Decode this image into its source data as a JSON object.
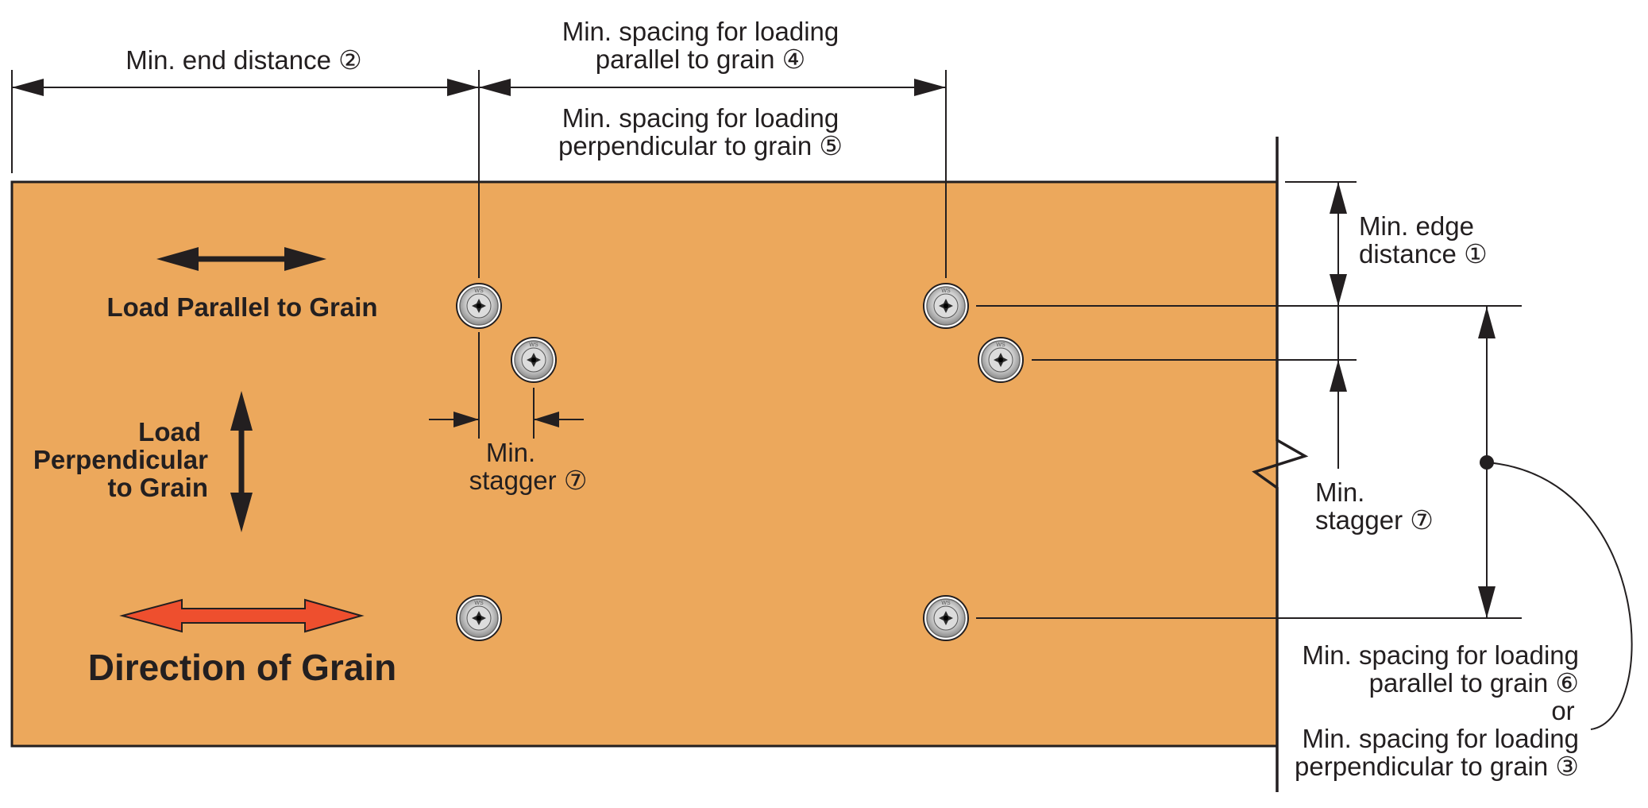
{
  "dimensions": {
    "end_distance": "Min. end distance ②",
    "spacing_parallel_top_1": "Min. spacing for loading",
    "spacing_parallel_top_2": "parallel to grain ④",
    "spacing_perp_top_1": "Min. spacing for loading",
    "spacing_perp_top_2": "perpendicular to grain ⑤",
    "edge_distance_1": "Min. edge",
    "edge_distance_2": "distance ①",
    "stagger_left_1": "Min.",
    "stagger_left_2": "stagger ⑦",
    "stagger_right_1": "Min.",
    "stagger_right_2": "stagger ⑦",
    "row_spacing_1": "Min. spacing for loading",
    "row_spacing_2": "parallel to grain ⑥",
    "row_spacing_or": "or",
    "row_spacing_3": "Min. spacing for loading",
    "row_spacing_4": "perpendicular to grain ③"
  },
  "legend": {
    "load_parallel": "Load Parallel to Grain",
    "load_perp_1": "Load",
    "load_perp_2": "Perpendicular",
    "load_perp_3": "to Grain",
    "grain_direction": "Direction of Grain"
  },
  "fastener_head_text": "WS",
  "colors": {
    "wood": "#eca85c",
    "grain_arrow": "#ee4f2e",
    "ink": "#231f20"
  }
}
